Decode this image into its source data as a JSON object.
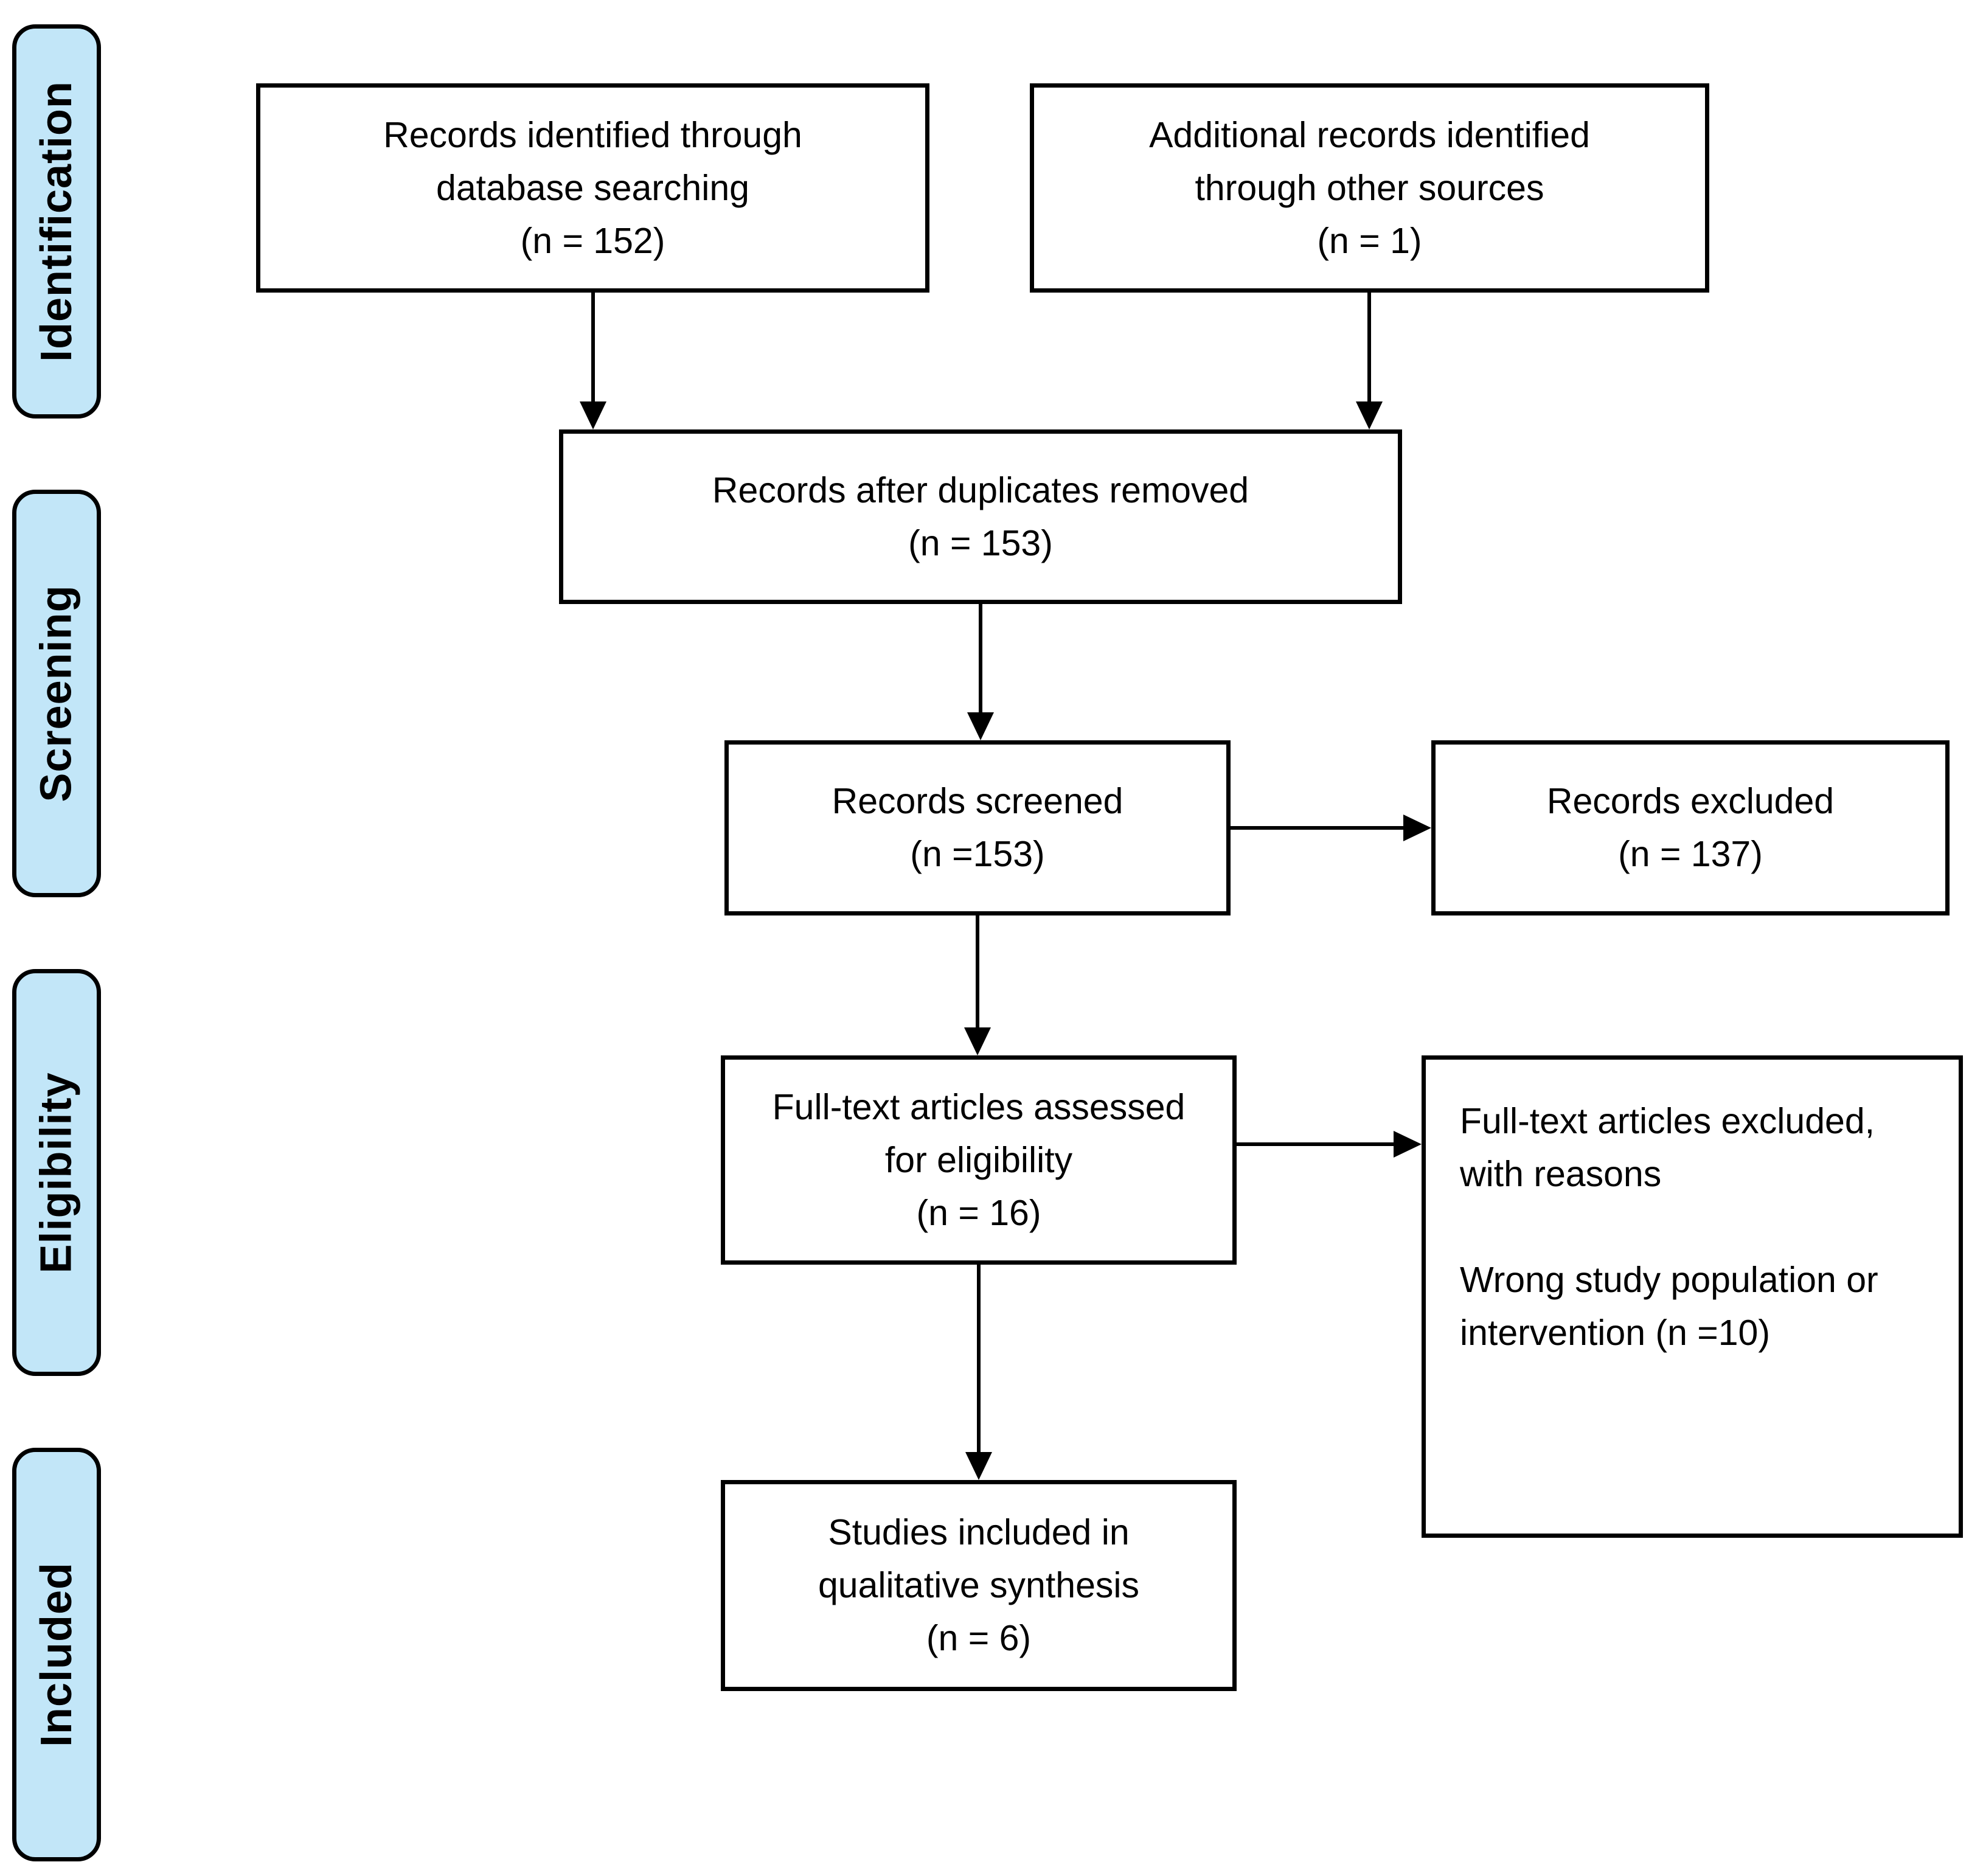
{
  "stages": {
    "identification": "Identification",
    "screening": "Screening",
    "eligibility": "Eligibility",
    "included": "Included"
  },
  "boxes": {
    "records_identified": {
      "line1": "Records identified through",
      "line2": "database searching",
      "line3": "(n = 152)"
    },
    "additional_records": {
      "line1": "Additional records identified",
      "line2": "through other sources",
      "line3": "(n = 1)"
    },
    "duplicates_removed": {
      "line1": "Records after duplicates removed",
      "line2": "(n = 153)"
    },
    "records_screened": {
      "line1": "Records screened",
      "line2": "(n =153)"
    },
    "records_excluded": {
      "line1": "Records excluded",
      "line2": "(n = 137)"
    },
    "fulltext_assessed": {
      "line1": "Full-text articles assessed",
      "line2": "for eligibility",
      "line3": "(n = 16)"
    },
    "fulltext_excluded": {
      "line1": "Full-text articles excluded,",
      "line2": "with reasons",
      "line3": "Wrong study population or",
      "line4": "intervention (n =10)"
    },
    "studies_included": {
      "line1": "Studies included in",
      "line2": "qualitative synthesis",
      "line3": "(n = 6)"
    }
  },
  "colors": {
    "stage-fill": "#C2E6F8",
    "stage-border": "#000000",
    "box-fill": "#FFFFFF",
    "box-border": "#000000",
    "arrow-color": "#000000",
    "text-color": "#000000",
    "background": "#FFFFFF"
  }
}
